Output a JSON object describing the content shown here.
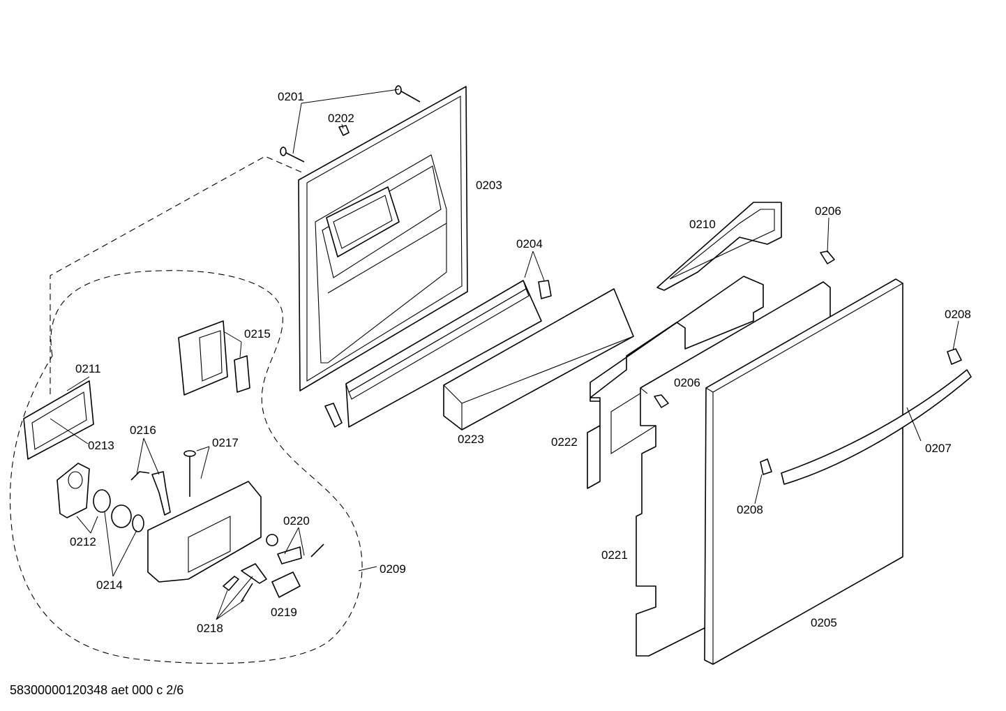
{
  "labels": {
    "p0201": "0201",
    "p0202": "0202",
    "p0203": "0203",
    "p0204": "0204",
    "p0205": "0205",
    "p0206a": "0206",
    "p0206b": "0206",
    "p0207": "0207",
    "p0208a": "0208",
    "p0208b": "0208",
    "p0209": "0209",
    "p0210": "0210",
    "p0211": "0211",
    "p0212": "0212",
    "p0213": "0213",
    "p0214": "0214",
    "p0215": "0215",
    "p0216": "0216",
    "p0217": "0217",
    "p0218": "0218",
    "p0219": "0219",
    "p0220": "0220",
    "p0221": "0221",
    "p0222": "0222",
    "p0223": "0223"
  },
  "footer": "58300000120348 aet 000 c 2/6"
}
